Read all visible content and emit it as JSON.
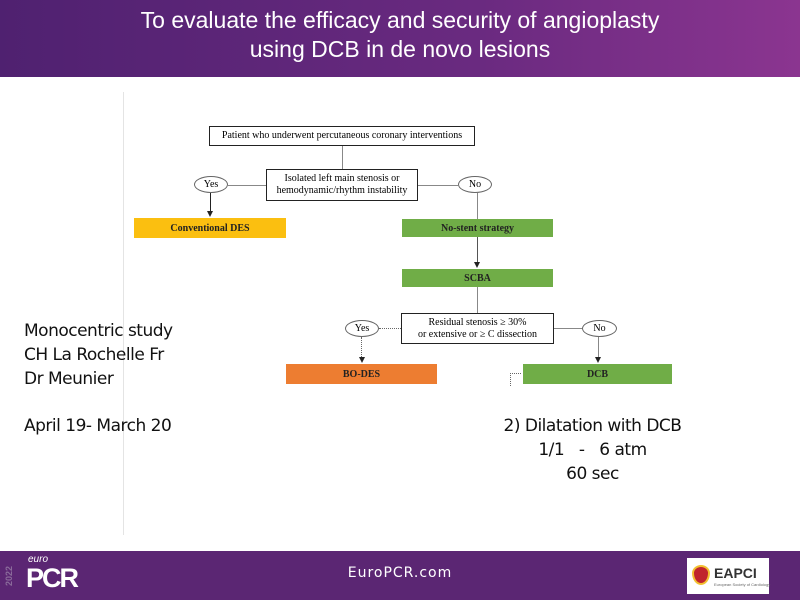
{
  "header": {
    "title_line1": "To evaluate the efficacy and security of angioplasty",
    "title_line2": "using DCB in de novo lesions"
  },
  "flowchart": {
    "start": "Patient who underwent percutaneous coronary interventions",
    "decision1_line1": "Isolated left main stenosis or",
    "decision1_line2": "hemodynamic/rhythm instability",
    "yes1": "Yes",
    "no1": "No",
    "conventional_des": "Conventional DES",
    "no_stent": "No-stent strategy",
    "scba": "SCBA",
    "decision2_line1": "Residual stenosis ≥ 30%",
    "decision2_line2": "or extensive or ≥ C dissection",
    "yes2": "Yes",
    "no2": "No",
    "bo_des": "BO-DES",
    "dcb": "DCB",
    "colors": {
      "yellow": "#fbbf10",
      "green": "#70ad47",
      "orange": "#ed7d31"
    }
  },
  "left_info": {
    "line1": "Monocentric study",
    "line2": "CH La Rochelle Fr",
    "line3": "Dr Meunier",
    "dates": "April 19- March 20"
  },
  "right_info": {
    "line1": "2) Dilatation with DCB",
    "line2": "1/1   -   6 atm",
    "line3": "60 sec"
  },
  "footer": {
    "year": "2022",
    "logo_small": "euro",
    "logo_big": "PCR",
    "url": "EuroPCR.com",
    "partner": "EAPCI",
    "partner_sub": "European Society of Cardiology"
  }
}
